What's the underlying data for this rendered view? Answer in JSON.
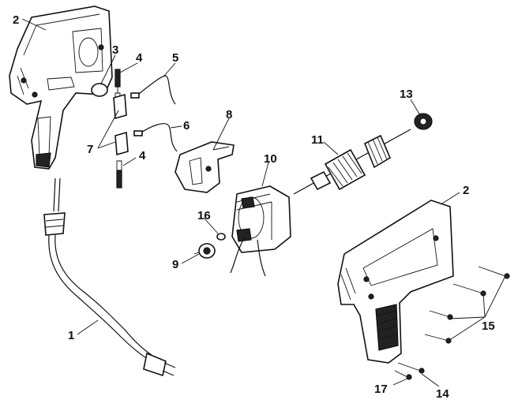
{
  "diagram": {
    "labels": {
      "l1": "1",
      "l2a": "2",
      "l2b": "2",
      "l3": "3",
      "l4a": "4",
      "l4b": "4",
      "l5": "5",
      "l6": "6",
      "l7": "7",
      "l8": "8",
      "l9": "9",
      "l10": "10",
      "l11": "11",
      "l13": "13",
      "l14": "14",
      "l15": "15",
      "l16": "16",
      "l17": "17"
    }
  }
}
